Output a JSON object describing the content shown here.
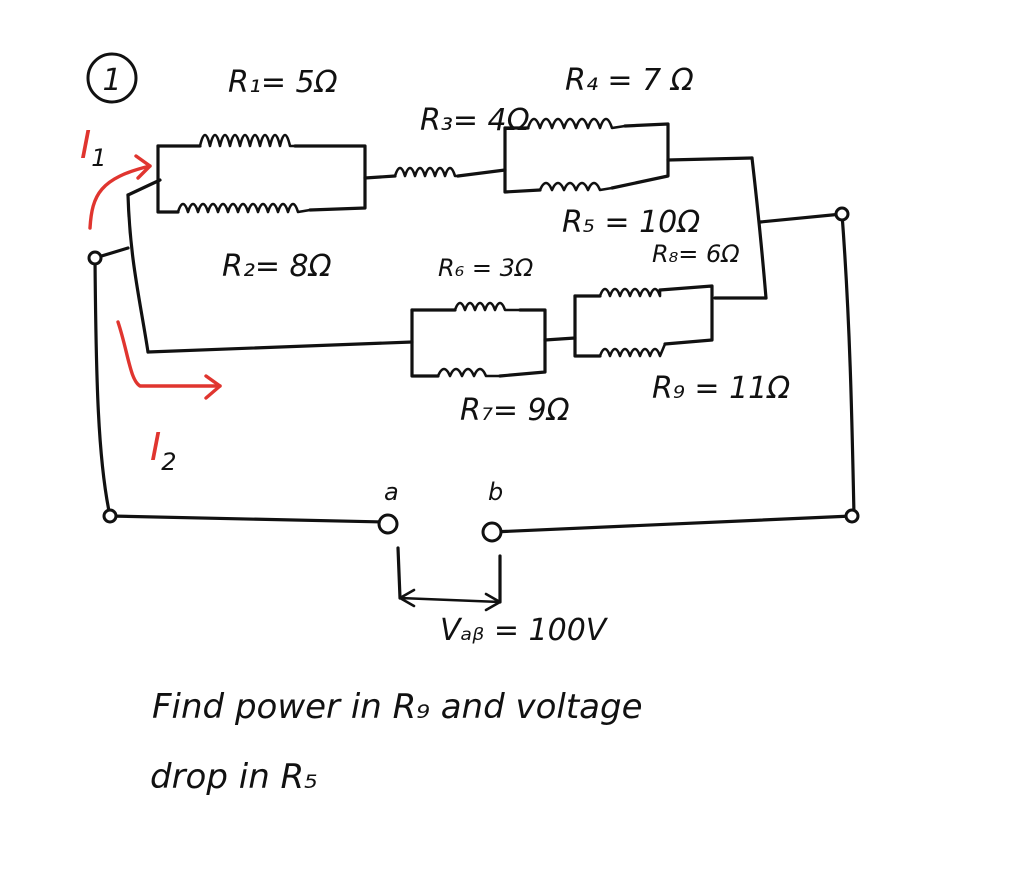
{
  "problem_number": "1",
  "currents": {
    "i1": "I",
    "i1_sub": "1",
    "i2": "I",
    "i2_sub": "2"
  },
  "resistors": {
    "r1": "R₁= 5Ω",
    "r2": "R₂= 8Ω",
    "r3": "R₃= 4Ω",
    "r4": "R₄ = 7 Ω",
    "r5": "R₅ = 10Ω",
    "r6": "R₆ = 3Ω",
    "r7": "R₇= 9Ω",
    "r8": "R₈= 6Ω",
    "r9": "R₉ = 11Ω"
  },
  "terminals": {
    "a": "a",
    "b": "b"
  },
  "voltage": "Vₐᵦ = 100V",
  "question": {
    "line1": "Find power  in R₉ and voltage",
    "line2": "drop  in R₅"
  },
  "colors": {
    "ink": "#111111",
    "current": "#e0352f"
  }
}
